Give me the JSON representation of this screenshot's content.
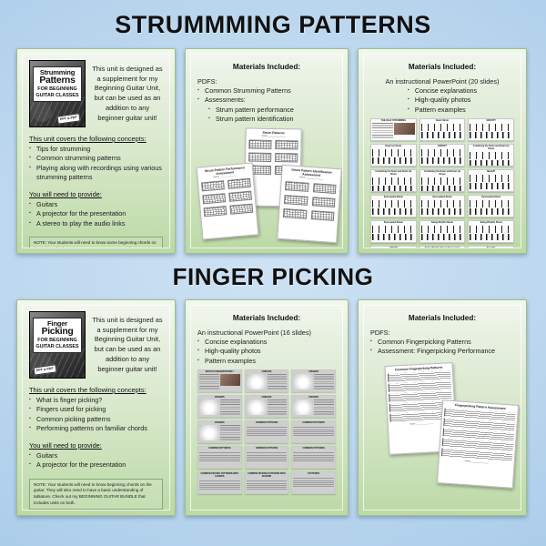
{
  "sections": [
    {
      "id": "strumming",
      "title": "STRUMMMING PATTERNS",
      "overview_card": {
        "cover": {
          "line1": "Strumming",
          "line2": "Patterns",
          "line3": "FOR BEGINNING",
          "line4": "GUITAR CLASSES",
          "badge": "PPT & PDF"
        },
        "description": "This unit is designed as a supplement for my Beginning Guitar Unit, but can be used as an addition to any beginner guitar unit!",
        "concepts_heading": "This unit covers the following concepts:",
        "concepts": [
          "Tips for strumming",
          "Common strumming patterns",
          "Playing along with recordings using various strumming patterns"
        ],
        "provide_heading": "You will need to provide:",
        "provide": [
          "Guitars",
          "A projector for the presentation",
          "A stereo to play the audio links"
        ],
        "note": "NOTE: Your students will need to know some beginning chords on the guitar. Check out my BEGINNING GUITAR unit for instruction on guitar chords."
      },
      "pdf_card": {
        "materials_title": "Materials Included:",
        "group_label": "PDFS:",
        "items": [
          "Common Strumming Patterns",
          "Assessments:"
        ],
        "subitems": [
          "Strum pattern performance",
          "Strum pattern identification"
        ],
        "docs": [
          {
            "title": "Strum Patterns",
            "subtitle": "Name _______________"
          },
          {
            "title": "Strum Pattern Performance Assessment",
            "subtitle": "Name _______________"
          },
          {
            "title": "Strum Pattern Identification Assessment",
            "subtitle": "Name _______________"
          }
        ]
      },
      "ppt_card": {
        "materials_title": "Materials Included:",
        "lead": "An instructional PowerPoint (20 slides)",
        "bullets": [
          "Concise explanations",
          "High-quality photos",
          "Pattern examples"
        ],
        "slide_count": 18,
        "slide_titles": [
          "THE HALF STRUMMING",
          "Down Strum",
          "GROUP?",
          "Down Up Strum",
          "GROUP?",
          "Combining the Down and Down Up Strum",
          "Combining the Down and Down Up Strum",
          "Combining the Down and Down Up Strum",
          "MetaUP",
          "Syncopated Strum",
          "Syncopated Strum",
          "Syncopated Strum",
          "Syncopated Strum",
          "Swing Rhythm Strum",
          "Swing Rhythm Strum",
          "STRUM",
          "Swing Rhythm Strum Syncopated",
          "Side Mix"
        ]
      }
    },
    {
      "id": "fingerpicking",
      "title": "FINGER PICKING",
      "overview_card": {
        "cover": {
          "line1": "Finger",
          "line2": "Picking",
          "line3": "FOR BEGINNING",
          "line4": "GUITAR CLASSES",
          "badge": "PPT & PDF"
        },
        "description": "This unit is designed as a supplement for my Beginning Guitar Unit, but can be used as an addition to any beginner guitar unit!",
        "concepts_heading": "This unit covers the following concepts:",
        "concepts": [
          "What is finger picking?",
          "Fingers used for picking",
          "Common picking patterns",
          "Performing patterns on familiar chords"
        ],
        "provide_heading": "You will need to provide:",
        "provide": [
          "Guitars",
          "A projector for the presentation"
        ],
        "note": "NOTE: Your students will need to know beginning chords on the guitar. They will also need to have a basic understanding of tablature. Check out my BEGINNING GUITAR BUNDLE that includes units on both."
      },
      "ppt_card": {
        "materials_title": "Materials Included:",
        "lead": "An instructional PowerPoint (16 slides)",
        "bullets": [
          "Concise explanations",
          "High-quality photos",
          "Pattern examples"
        ],
        "slide_count": 15,
        "slide_titles": [
          "WHAT IS FINGERPICKING?",
          "FINGERS",
          "FINGERS",
          "FINGERS",
          "FINGERS",
          "FINGERS",
          "FINGERS",
          "COMMON PATTERNS",
          "COMMON PATTERNS",
          "COMMON PATTERNS",
          "COMMON PATTERNS",
          "COMMON PATTERNS",
          "COMMON PICKING PATTERNS WITH CHORDS",
          "COMMON PICKING PATTERNS WITH CHORDS",
          "PATTERNS"
        ]
      },
      "pdf_card": {
        "materials_title": "Materials Included:",
        "group_label": "PDFS:",
        "items": [
          "Common Fingerpicking Patterns",
          "Assessment: Fingerpicking Performance"
        ],
        "docs": [
          {
            "title": "Common Fingerpicking Patterns",
            "subtitle": "Name _______________"
          },
          {
            "title": "Fingerpicking Pattern Assessment",
            "subtitle": "Name _______________"
          }
        ]
      }
    }
  ],
  "colors": {
    "background_top": "#cfe2f4",
    "background_bottom": "#8fb9e0",
    "card_top": "#f2f7ef",
    "card_bottom": "#bcd9a6",
    "title_text": "#111111"
  }
}
